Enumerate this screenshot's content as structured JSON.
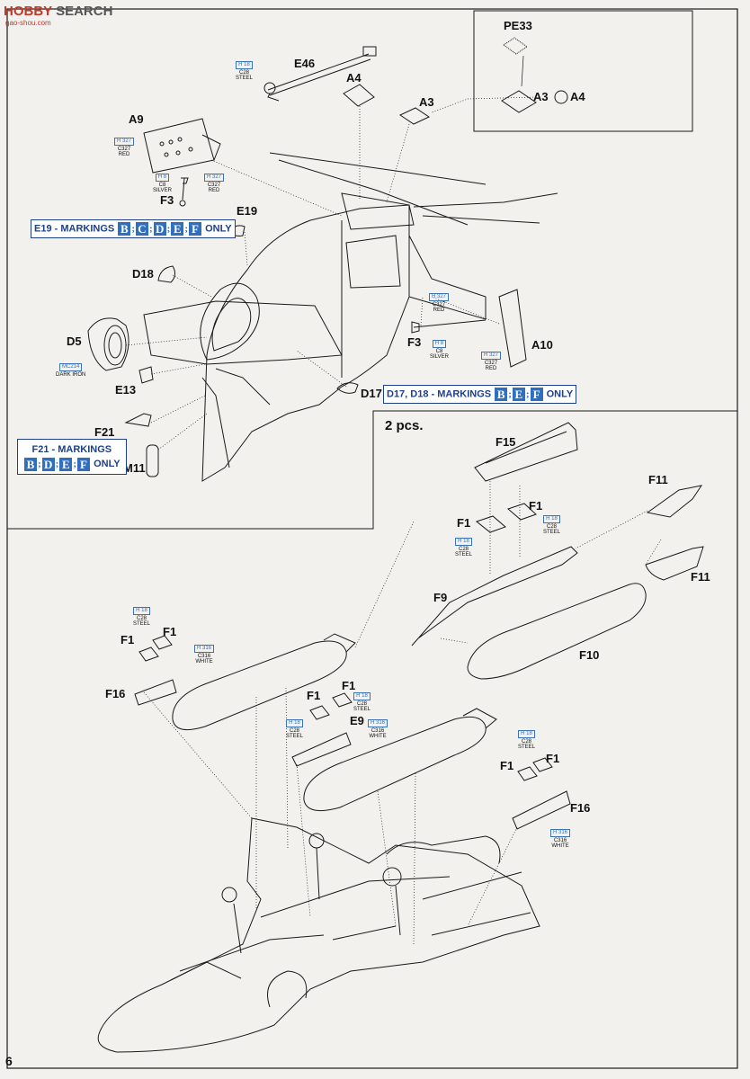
{
  "watermark": {
    "brand_a": "HOBBY",
    "brand_b": "SEARCH",
    "site": "gao-shou.com"
  },
  "page_number": "6",
  "inset_note": "2 pcs.",
  "part_labels": {
    "pe33": "PE33",
    "e46": "E46",
    "a4_top": "A4",
    "a3": "A3",
    "a3_alt": "A3",
    "a4_alt": "A4",
    "a9": "A9",
    "f3_top": "F3",
    "e19": "E19",
    "d18": "D18",
    "d5": "D5",
    "e13": "E13",
    "f21": "F21",
    "m11": "M11",
    "f3_mid": "F3",
    "a10": "A10",
    "d17": "D17",
    "f15": "F15",
    "f1_inset_r": "F1",
    "f1_inset_l": "F1",
    "f11_top": "F11",
    "f11_bot": "F11",
    "f9": "F9",
    "f10": "F10",
    "f1_l1": "F1",
    "f1_l2": "F1",
    "f16_left": "F16",
    "f1_c1": "F1",
    "f1_c2": "F1",
    "e9": "E9",
    "f1_r1": "F1",
    "f1_r2": "F1",
    "f16_right": "F16"
  },
  "paint_codes": {
    "e46": {
      "h": "H 18",
      "c": "C28",
      "name": "STEEL"
    },
    "a9": {
      "h": "H 327",
      "c": "C327",
      "name": "RED"
    },
    "f3a": {
      "h": "H 8",
      "c": "C8",
      "name": "SILVER"
    },
    "f3b": {
      "h": "H 327",
      "c": "C327",
      "name": "RED"
    },
    "d5": {
      "h": "MC214",
      "c": "",
      "name": "DARK IRON"
    },
    "f3mid_red": {
      "h": "H 327",
      "c": "C327",
      "name": "RED"
    },
    "f3mid_silver": {
      "h": "H 8",
      "c": "C8",
      "name": "SILVER"
    },
    "a10": {
      "h": "H 327",
      "c": "C327",
      "name": "RED"
    },
    "f1_inset_r": {
      "h": "H 18",
      "c": "C28",
      "name": "STEEL"
    },
    "f1_inset_l": {
      "h": "H 18",
      "c": "C28",
      "name": "STEEL"
    },
    "f1_left": {
      "h": "H 18",
      "c": "C28",
      "name": "STEEL"
    },
    "f16_left": {
      "h": "H 316",
      "c": "C316",
      "name": "WHITE"
    },
    "f1_center": {
      "h": "H 18",
      "c": "C28",
      "name": "STEEL"
    },
    "f1_center_b": {
      "h": "H 18",
      "c": "C28",
      "name": "STEEL"
    },
    "e9": {
      "h": "H 316",
      "c": "C316",
      "name": "WHITE"
    },
    "f1_right": {
      "h": "H 18",
      "c": "C28",
      "name": "STEEL"
    },
    "f16_right": {
      "h": "H 316",
      "c": "C316",
      "name": "WHITE"
    }
  },
  "markings": {
    "e19": {
      "prefix": "E19 - MARKINGS",
      "letters": [
        "B",
        "C",
        "D",
        "E",
        "F"
      ],
      "suffix": "ONLY"
    },
    "d17": {
      "prefix": "D17, D18 - MARKINGS",
      "letters": [
        "B",
        "E",
        "F"
      ],
      "suffix": "ONLY"
    },
    "f21": {
      "prefix": "F21 - MARKINGS",
      "letters": [
        "B",
        "D",
        "E",
        "F"
      ],
      "suffix": "ONLY"
    }
  },
  "colors": {
    "marking_blue": "#2f6fbf",
    "code_blue": "#3a73b8",
    "line": "#1a1a1a"
  }
}
